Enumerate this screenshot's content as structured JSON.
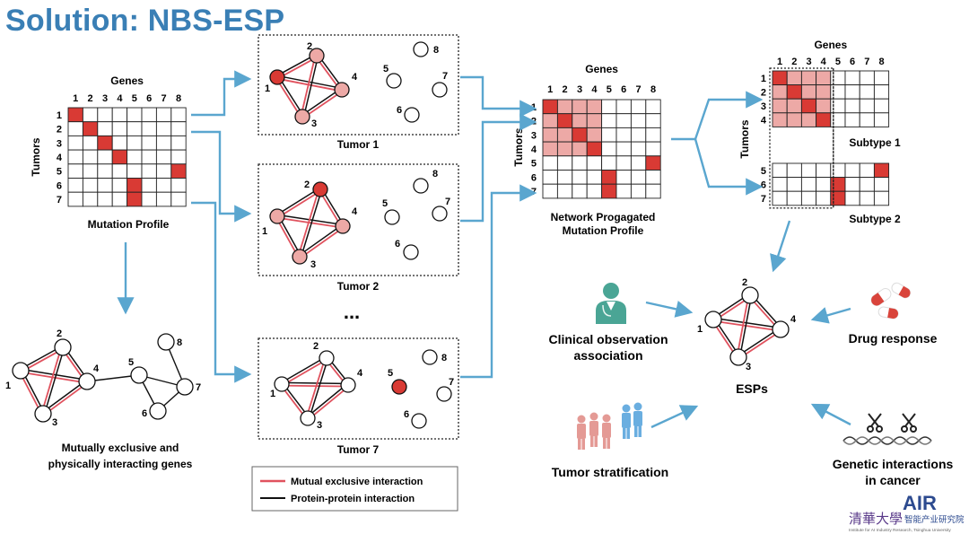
{
  "title": "Solution: NBS-ESP",
  "colors": {
    "accent_blue": "#5aa6cf",
    "title_blue": "#3a7fb5",
    "mutation_red": "#d93a34",
    "propagated_pink": "#eda9a6",
    "mutual_exclusive_line": "#e0525e",
    "ppi_line": "#111111"
  },
  "matrix_labels": {
    "genes": "Genes",
    "tumors": "Tumors",
    "gene_numbers": [
      "1",
      "2",
      "3",
      "4",
      "5",
      "6",
      "7",
      "8"
    ],
    "tumor_numbers": [
      "1",
      "2",
      "3",
      "4",
      "5",
      "6",
      "7"
    ]
  },
  "mutation_profile": {
    "caption": "Mutation Profile",
    "mutated_cells": [
      [
        1,
        1
      ],
      [
        2,
        2
      ],
      [
        3,
        3
      ],
      [
        4,
        4
      ],
      [
        5,
        8
      ],
      [
        6,
        5
      ],
      [
        7,
        5
      ]
    ]
  },
  "tumor_panels": [
    {
      "label": "Tumor 1"
    },
    {
      "label": "Tumor 2"
    },
    {
      "label": "Tumor 7"
    }
  ],
  "ellipsis": "...",
  "node_numbers": [
    "1",
    "2",
    "3",
    "4",
    "5",
    "6",
    "7",
    "8"
  ],
  "propagated_profile": {
    "caption_line1": "Network Progagated",
    "caption_line2": "Mutation Profile"
  },
  "subtypes": {
    "subtype1_label": "Subtype 1",
    "subtype2_label": "Subtype 2",
    "subtype1_tumors": [
      "1",
      "2",
      "3",
      "4"
    ],
    "subtype2_tumors": [
      "5",
      "6",
      "7"
    ]
  },
  "bottom_left_caption_line1": "Mutually exclusive and",
  "bottom_left_caption_line2": "physically interacting genes",
  "legend": {
    "mutual": "Mutual exclusive interaction",
    "ppi": "Protein-protein interaction"
  },
  "esps_label": "ESPs",
  "clinical_line1": "Clinical observation",
  "clinical_line2": "association",
  "drug_response": "Drug response",
  "tumor_stratification": "Tumor stratification",
  "genetic_line1": "Genetic interactions",
  "genetic_line2": "in cancer",
  "logo": {
    "brand": "AIR",
    "cn_text": "智能产业研究院",
    "sub_text": "Institute for AI Industry Research, Tsinghua University"
  },
  "icons": [
    "doctor-icon",
    "pills-icon",
    "people-icon",
    "scissors-icon",
    "dna-icon"
  ]
}
